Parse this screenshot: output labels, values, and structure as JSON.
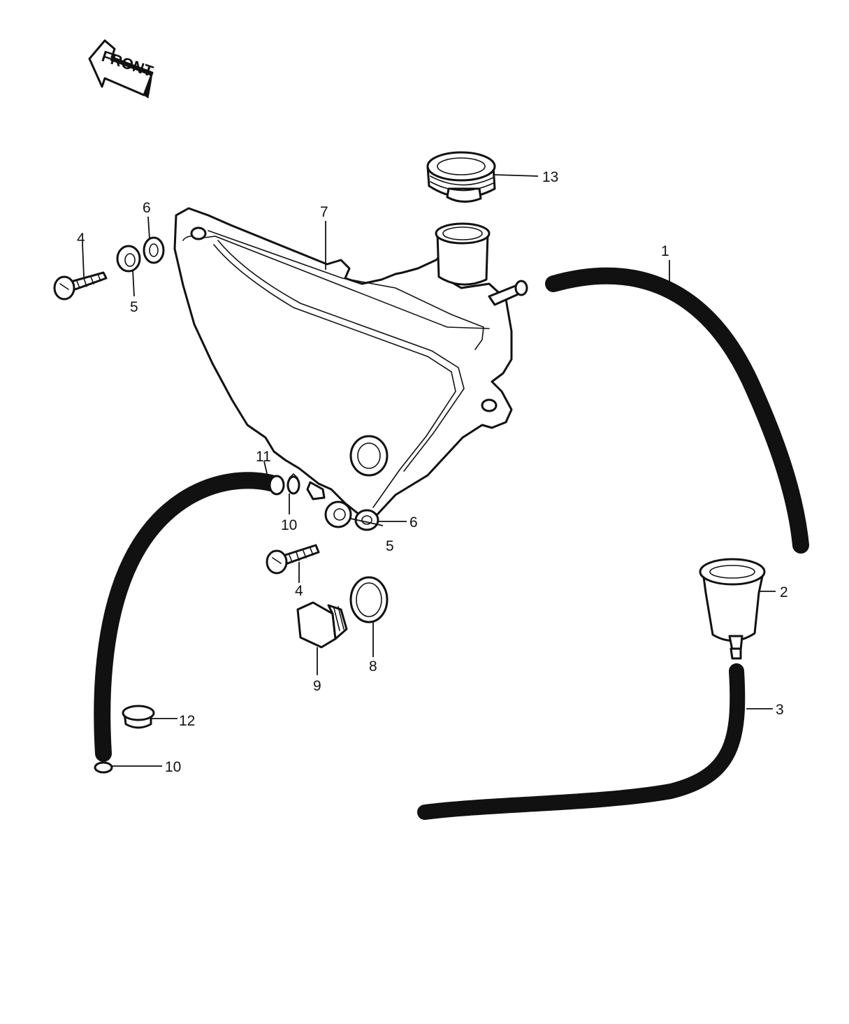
{
  "front_arrow": {
    "text": "FRONT"
  },
  "callouts": {
    "c1": "1",
    "c2": "2",
    "c3": "3",
    "c4a": "4",
    "c4b": "4",
    "c5a": "5",
    "c5b": "5",
    "c6a": "6",
    "c6b": "6",
    "c7": "7",
    "c8": "8",
    "c9": "9",
    "c10a": "10",
    "c10b": "10",
    "c11": "11",
    "c12": "12",
    "c13": "13"
  },
  "colors": {
    "ink": "#111111",
    "paper": "#ffffff"
  }
}
